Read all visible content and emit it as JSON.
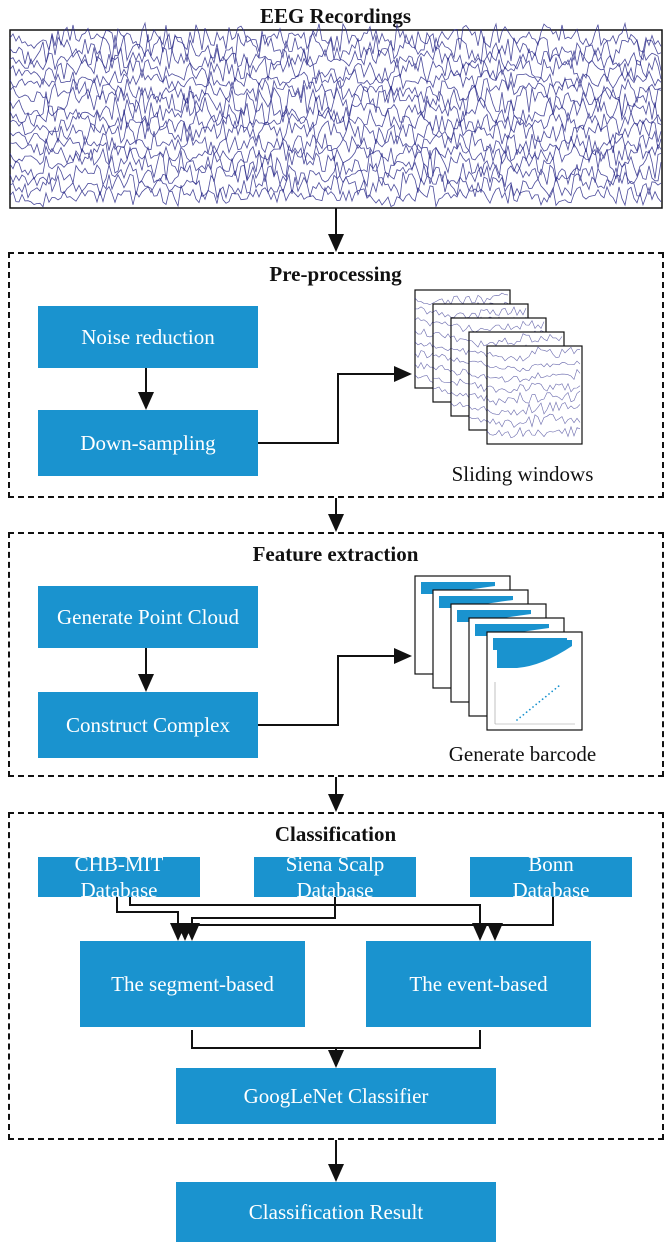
{
  "eeg": {
    "title": "EEG Recordings"
  },
  "preprocessing": {
    "title": "Pre-processing",
    "step1": "Noise reduction",
    "step2": "Down-sampling",
    "output_caption": "Sliding windows"
  },
  "feature": {
    "title": "Feature extraction",
    "step1": "Generate Point Cloud",
    "step2": "Construct Complex",
    "output_caption": "Generate barcode"
  },
  "classification": {
    "title": "Classification",
    "db1": "CHB-MIT Database",
    "db2": "Siena Scalp Database",
    "db3": "Bonn Database",
    "method1": "The segment-based",
    "method2": "The event-based",
    "classifier": "GoogLeNet Classifier"
  },
  "result": {
    "label": "Classification Result"
  },
  "colors": {
    "box": "#1a93cf",
    "trace": "#2b2b8a",
    "barcode": "#1a93cf"
  }
}
